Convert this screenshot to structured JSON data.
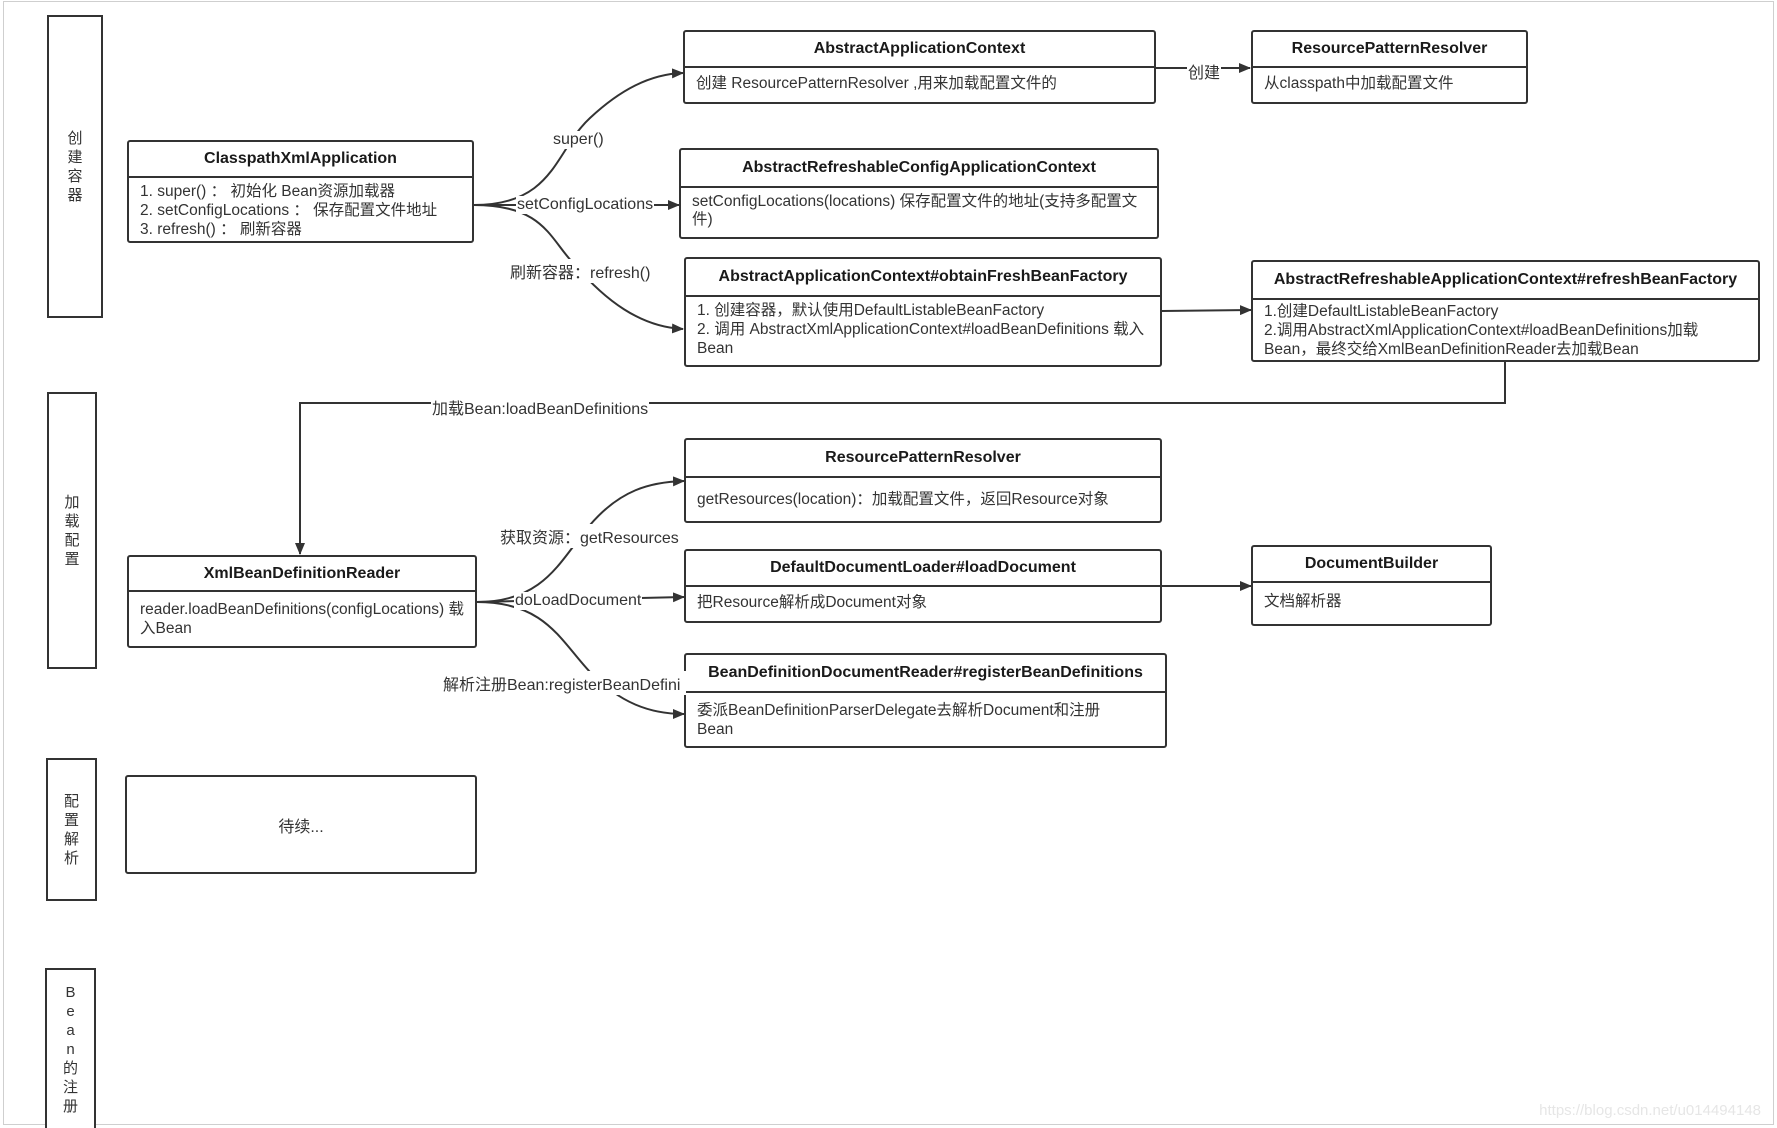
{
  "lanes": {
    "create_container": "创\n建\n容\n器",
    "load_config": "加\n载\n配\n置",
    "config_parse": "配\n置\n解\n析",
    "bean_register": "B\ne\na\nn\n的\n注\n册"
  },
  "boxes": {
    "classpath_xml_app": {
      "title": "ClasspathXmlApplication",
      "lines": [
        "1. super() ： 初始化 Bean资源加载器",
        "2. setConfigLocations ： 保存配置文件地址",
        "3. refresh() ： 刷新容器"
      ]
    },
    "abstract_app_ctx": {
      "title": "AbstractApplicationContext",
      "lines": [
        "创建 ResourcePatternResolver ,用来加载配置文件的"
      ]
    },
    "resource_pattern_resolver_top": {
      "title": "ResourcePatternResolver",
      "lines": [
        "从classpath中加载配置文件"
      ]
    },
    "abstract_refreshable_config_ctx": {
      "title": "AbstractRefreshableConfigApplicationContext",
      "lines": [
        "setConfigLocations(locations) 保存配置文件的地址(支持多配置文件)"
      ]
    },
    "obtain_fresh_bean_factory": {
      "title": "AbstractApplicationContext#obtainFreshBeanFactory",
      "lines": [
        "1. 创建容器，默认使用DefaultListableBeanFactory",
        "2. 调用 AbstractXmlApplicationContext#loadBeanDefinitions 载入Bean"
      ]
    },
    "refresh_bean_factory": {
      "title": "AbstractRefreshableApplicationContext#refreshBeanFactory",
      "lines": [
        "1.创建DefaultListableBeanFactory",
        "2.调用AbstractXmlApplicationContext#loadBeanDefinitions加载Bean，最终交给XmlBeanDefinitionReader去加载Bean"
      ]
    },
    "xml_bean_definition_reader": {
      "title": "XmlBeanDefinitionReader",
      "lines": [
        "reader.loadBeanDefinitions(configLocations) 载入Bean"
      ]
    },
    "resource_pattern_resolver_mid": {
      "title": "ResourcePatternResolver",
      "lines": [
        "getResources(location)：加载配置文件，返回Resource对象"
      ]
    },
    "default_document_loader": {
      "title": "DefaultDocumentLoader#loadDocument",
      "lines": [
        "把Resource解析成Document对象"
      ]
    },
    "document_builder": {
      "title": "DocumentBuilder",
      "lines": [
        "文档解析器"
      ]
    },
    "bean_definition_document_reader": {
      "title": "BeanDefinitionDocumentReader#registerBeanDefinitions",
      "lines": [
        "委派BeanDefinitionParserDelegate去解析Document和注册Bean"
      ]
    },
    "tbc": {
      "text": "待续..."
    }
  },
  "edges": {
    "super": "super()",
    "set_config_locations": "setConfigLocations",
    "refresh": "刷新容器：refresh()",
    "create": "创建",
    "load_bean": "加载Bean:loadBeanDefinitions",
    "get_resources": "获取资源：getResources",
    "do_load_document": "doLoadDocument",
    "register_bean": "解析注册Bean:registerBeanDefini"
  },
  "watermark": "https://blog.csdn.net/u014494148",
  "colors": {
    "stroke": "#333333",
    "background": "#ffffff"
  }
}
